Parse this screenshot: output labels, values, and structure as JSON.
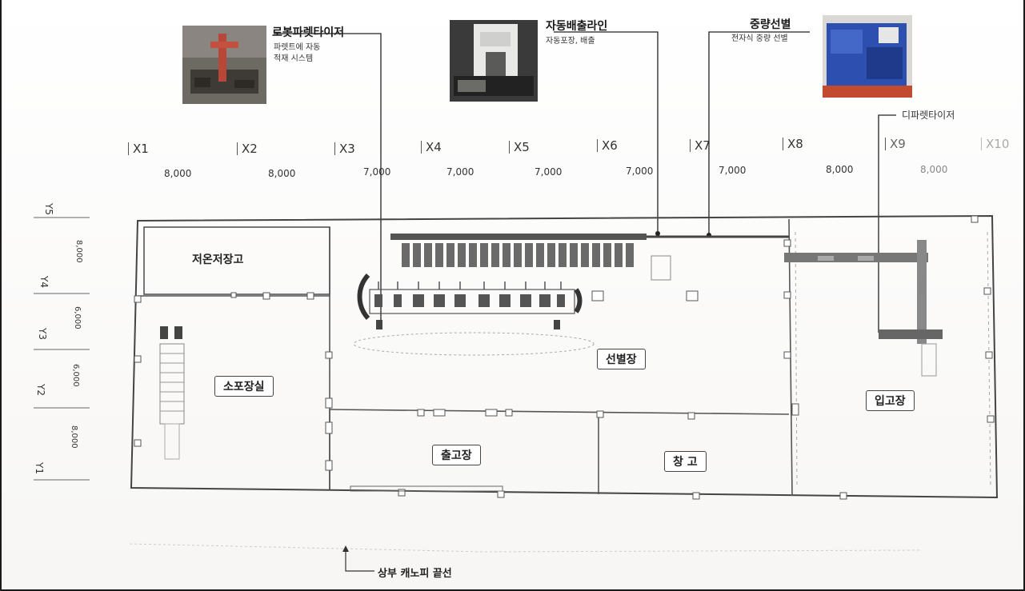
{
  "callouts": {
    "palletizer": {
      "title": "로봇파렛타이저",
      "sub1": "파렛트에 자동",
      "sub2": "적재 시스템"
    },
    "auto_line": {
      "title": "자동배출라인",
      "sub": "자동포장, 배출"
    },
    "weight": {
      "title": "중량선별",
      "sub": "전자식 중량 선별"
    },
    "depalletizer": {
      "title": "디파렛타이저"
    }
  },
  "x_grid": {
    "labels": [
      "X1",
      "X2",
      "X3",
      "X4",
      "X5",
      "X6",
      "X7",
      "X8",
      "X9",
      "X10"
    ],
    "dims": [
      "8,000",
      "8,000",
      "7,000",
      "7,000",
      "7,000",
      "7,000",
      "7,000",
      "8,000",
      "8,000"
    ]
  },
  "y_grid": {
    "labels": [
      "Y5",
      "Y4",
      "Y3",
      "Y2",
      "Y1"
    ],
    "dims": [
      "8,000",
      "6,000",
      "6,000",
      "8,000"
    ]
  },
  "rooms": {
    "cold_storage": "저온저장고",
    "packing_room": "소포장실",
    "sorting": "선별장",
    "shipping": "출고장",
    "warehouse": "창 고",
    "receiving": "입고장"
  },
  "bottom_note": "상부 캐노피 끝선",
  "colors": {
    "line": "#333333",
    "wall": "#555555",
    "equipment": "#4a4a4a",
    "photo_robot": "#b8473a",
    "photo_weight": "#2d4fb0"
  }
}
